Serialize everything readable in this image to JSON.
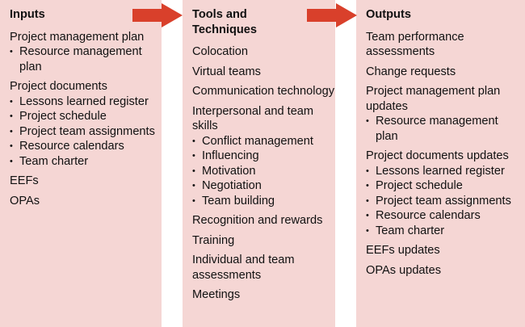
{
  "inputs": {
    "title": "Inputs",
    "groups": [
      {
        "label": "Project management plan",
        "items": [
          "Resource management plan"
        ]
      },
      {
        "label": "Project documents",
        "items": [
          "Lessons learned register",
          "Project schedule",
          "Project team assignments",
          "Resource calendars",
          "Team charter"
        ]
      },
      {
        "label": "EEFs",
        "items": []
      },
      {
        "label": "OPAs",
        "items": []
      }
    ]
  },
  "tools": {
    "title": "Tools and Techniques",
    "groups": [
      {
        "label": "Colocation",
        "items": []
      },
      {
        "label": "Virtual teams",
        "items": []
      },
      {
        "label": "Communication technology",
        "items": []
      },
      {
        "label": "Interpersonal and team skills",
        "items": [
          "Conflict management",
          "Influencing",
          "Motivation",
          "Negotiation",
          "Team building"
        ]
      },
      {
        "label": "Recognition and rewards",
        "items": []
      },
      {
        "label": "Training",
        "items": []
      },
      {
        "label": "Individual and team assessments",
        "items": []
      },
      {
        "label": "Meetings",
        "items": []
      }
    ]
  },
  "outputs": {
    "title": "Outputs",
    "groups": [
      {
        "label": "Team performance assessments",
        "items": []
      },
      {
        "label": "Change requests",
        "items": []
      },
      {
        "label": "Project management plan updates",
        "items": [
          "Resource management plan"
        ]
      },
      {
        "label": "Project documents updates",
        "items": [
          "Lessons learned register",
          "Project schedule",
          "Project team assignments",
          "Resource calendars",
          "Team charter"
        ]
      },
      {
        "label": "EEFs updates",
        "items": []
      },
      {
        "label": "OPAs updates",
        "items": []
      }
    ]
  },
  "colors": {
    "box": "#f5d6d4",
    "arrow": "#d9402b"
  }
}
